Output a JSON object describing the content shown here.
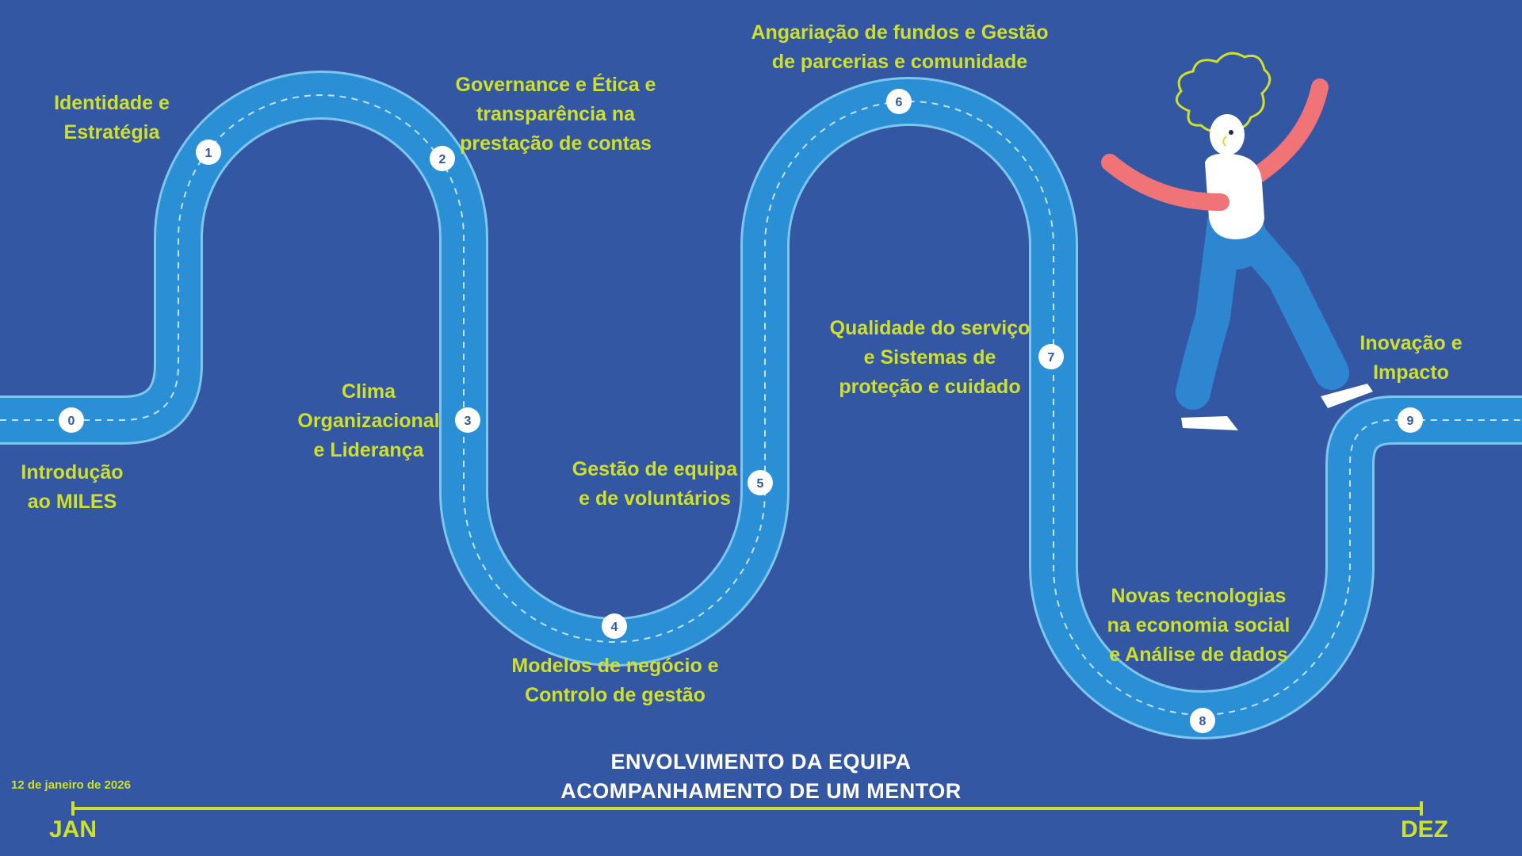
{
  "timeline": {
    "date": "12 de janeiro de 2026",
    "start_label": "JAN",
    "end_label": "DEZ",
    "title_lines": [
      "ENVOLVIMENTO DA EQUIPA",
      "ACOMPANHAMENTO DE UM MENTOR"
    ]
  },
  "milestones": [
    {
      "number": "0",
      "lines": [
        "Introdução",
        "ao MILES"
      ]
    },
    {
      "number": "1",
      "lines": [
        "Identidade e",
        "Estratégia"
      ]
    },
    {
      "number": "2",
      "lines": [
        "Governance e Ética e",
        "transparência na",
        "prestação de contas"
      ]
    },
    {
      "number": "3",
      "lines": [
        "Clima",
        "Organizacional",
        "e Liderança"
      ]
    },
    {
      "number": "4",
      "lines": [
        "Modelos de negócio e",
        "Controlo de gestão"
      ]
    },
    {
      "number": "5",
      "lines": [
        "Gestão de equipa",
        "e de voluntários"
      ]
    },
    {
      "number": "6",
      "lines": [
        "Angariação de fundos e Gestão",
        "de parcerias e comunidade"
      ]
    },
    {
      "number": "7",
      "lines": [
        "Qualidade do serviço",
        "e Sistemas de",
        "proteção e cuidado"
      ]
    },
    {
      "number": "8",
      "lines": [
        "Novas tecnologias",
        "na economia social",
        "e Análise de dados"
      ]
    },
    {
      "number": "9",
      "lines": [
        "Inovação e",
        "Impacto"
      ]
    }
  ],
  "colors": {
    "background": "#3357a3",
    "road": "#2b8fd6",
    "road_edge": "#7fc6ee",
    "label_text": "#cfe02c",
    "timeline_line": "#cfe02c",
    "marker_fill": "#ffffff",
    "figure_arm": "#ef7377",
    "figure_legs": "#2f86d0"
  }
}
